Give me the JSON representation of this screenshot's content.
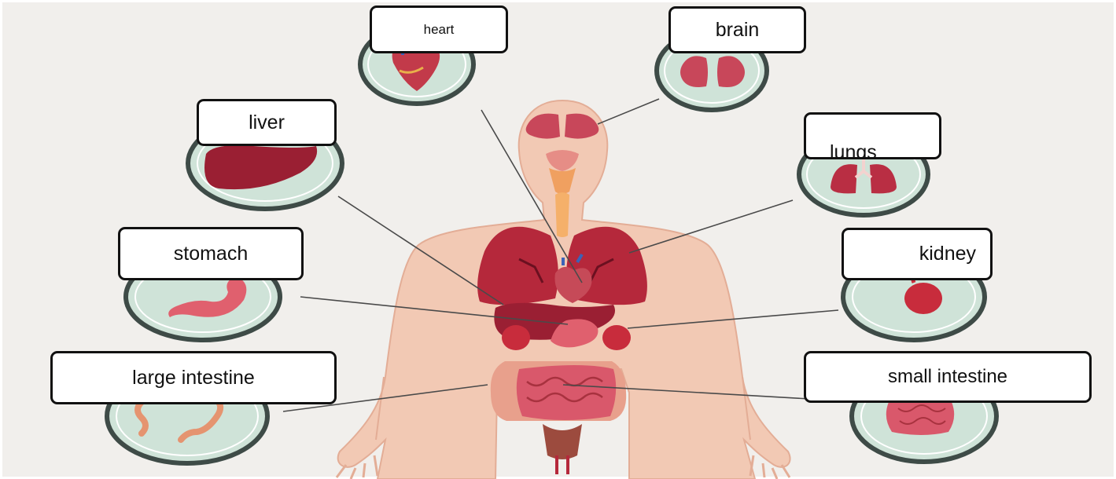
{
  "diagram": {
    "labels": {
      "heart": "heart",
      "brain": "brain",
      "liver": "liver",
      "lungs": "lungs",
      "stomach": "stomach",
      "kidney": "kidney",
      "large_intestine": "large intestine",
      "small_intestine": "small intestine"
    },
    "colors": {
      "background": "#f1efec",
      "body": "#f2c9b4",
      "organ_red": "#b5283b",
      "medallion_fill": "#cfe3d8",
      "medallion_ring": "#3e4b47",
      "label_border": "#111111"
    },
    "icons": {
      "heart": "heart-icon",
      "brain": "brain-icon",
      "liver": "liver-icon",
      "lungs": "lungs-icon",
      "stomach": "stomach-icon",
      "kidney": "kidney-icon",
      "large_intestine": "large-intestine-icon",
      "small_intestine": "small-intestine-icon"
    }
  }
}
